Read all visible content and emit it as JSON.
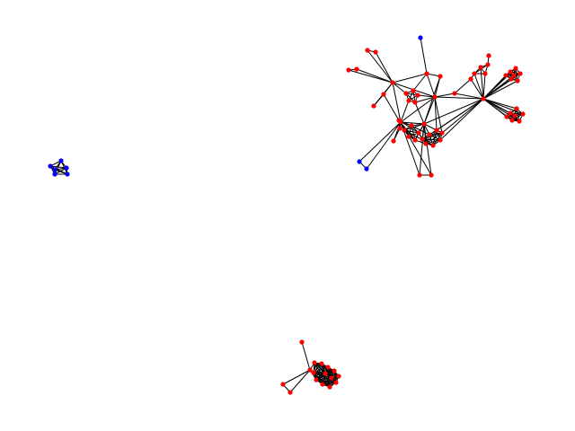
{
  "colors": {
    "background": "#ffffff",
    "edge": "#000000",
    "node_red": "#ff0000",
    "node_blue": "#0000ff"
  },
  "graph": {
    "components": [
      {
        "name": "small-blue-cluster",
        "node_color": "blue",
        "node_count": 6
      },
      {
        "name": "large-red-network",
        "node_color": "red",
        "node_count": 78,
        "blue_nodes": 3
      },
      {
        "name": "bottom-red-cluster",
        "node_color": "red",
        "node_count": 16
      }
    ],
    "labels_shown": false
  }
}
